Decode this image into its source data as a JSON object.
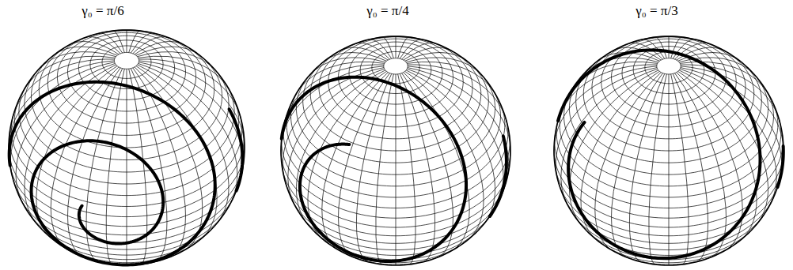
{
  "diagram": {
    "labels": [
      "γ₀ = π/6",
      "γ₀ = π/4",
      "γ₀ = π/3"
    ]
  }
}
